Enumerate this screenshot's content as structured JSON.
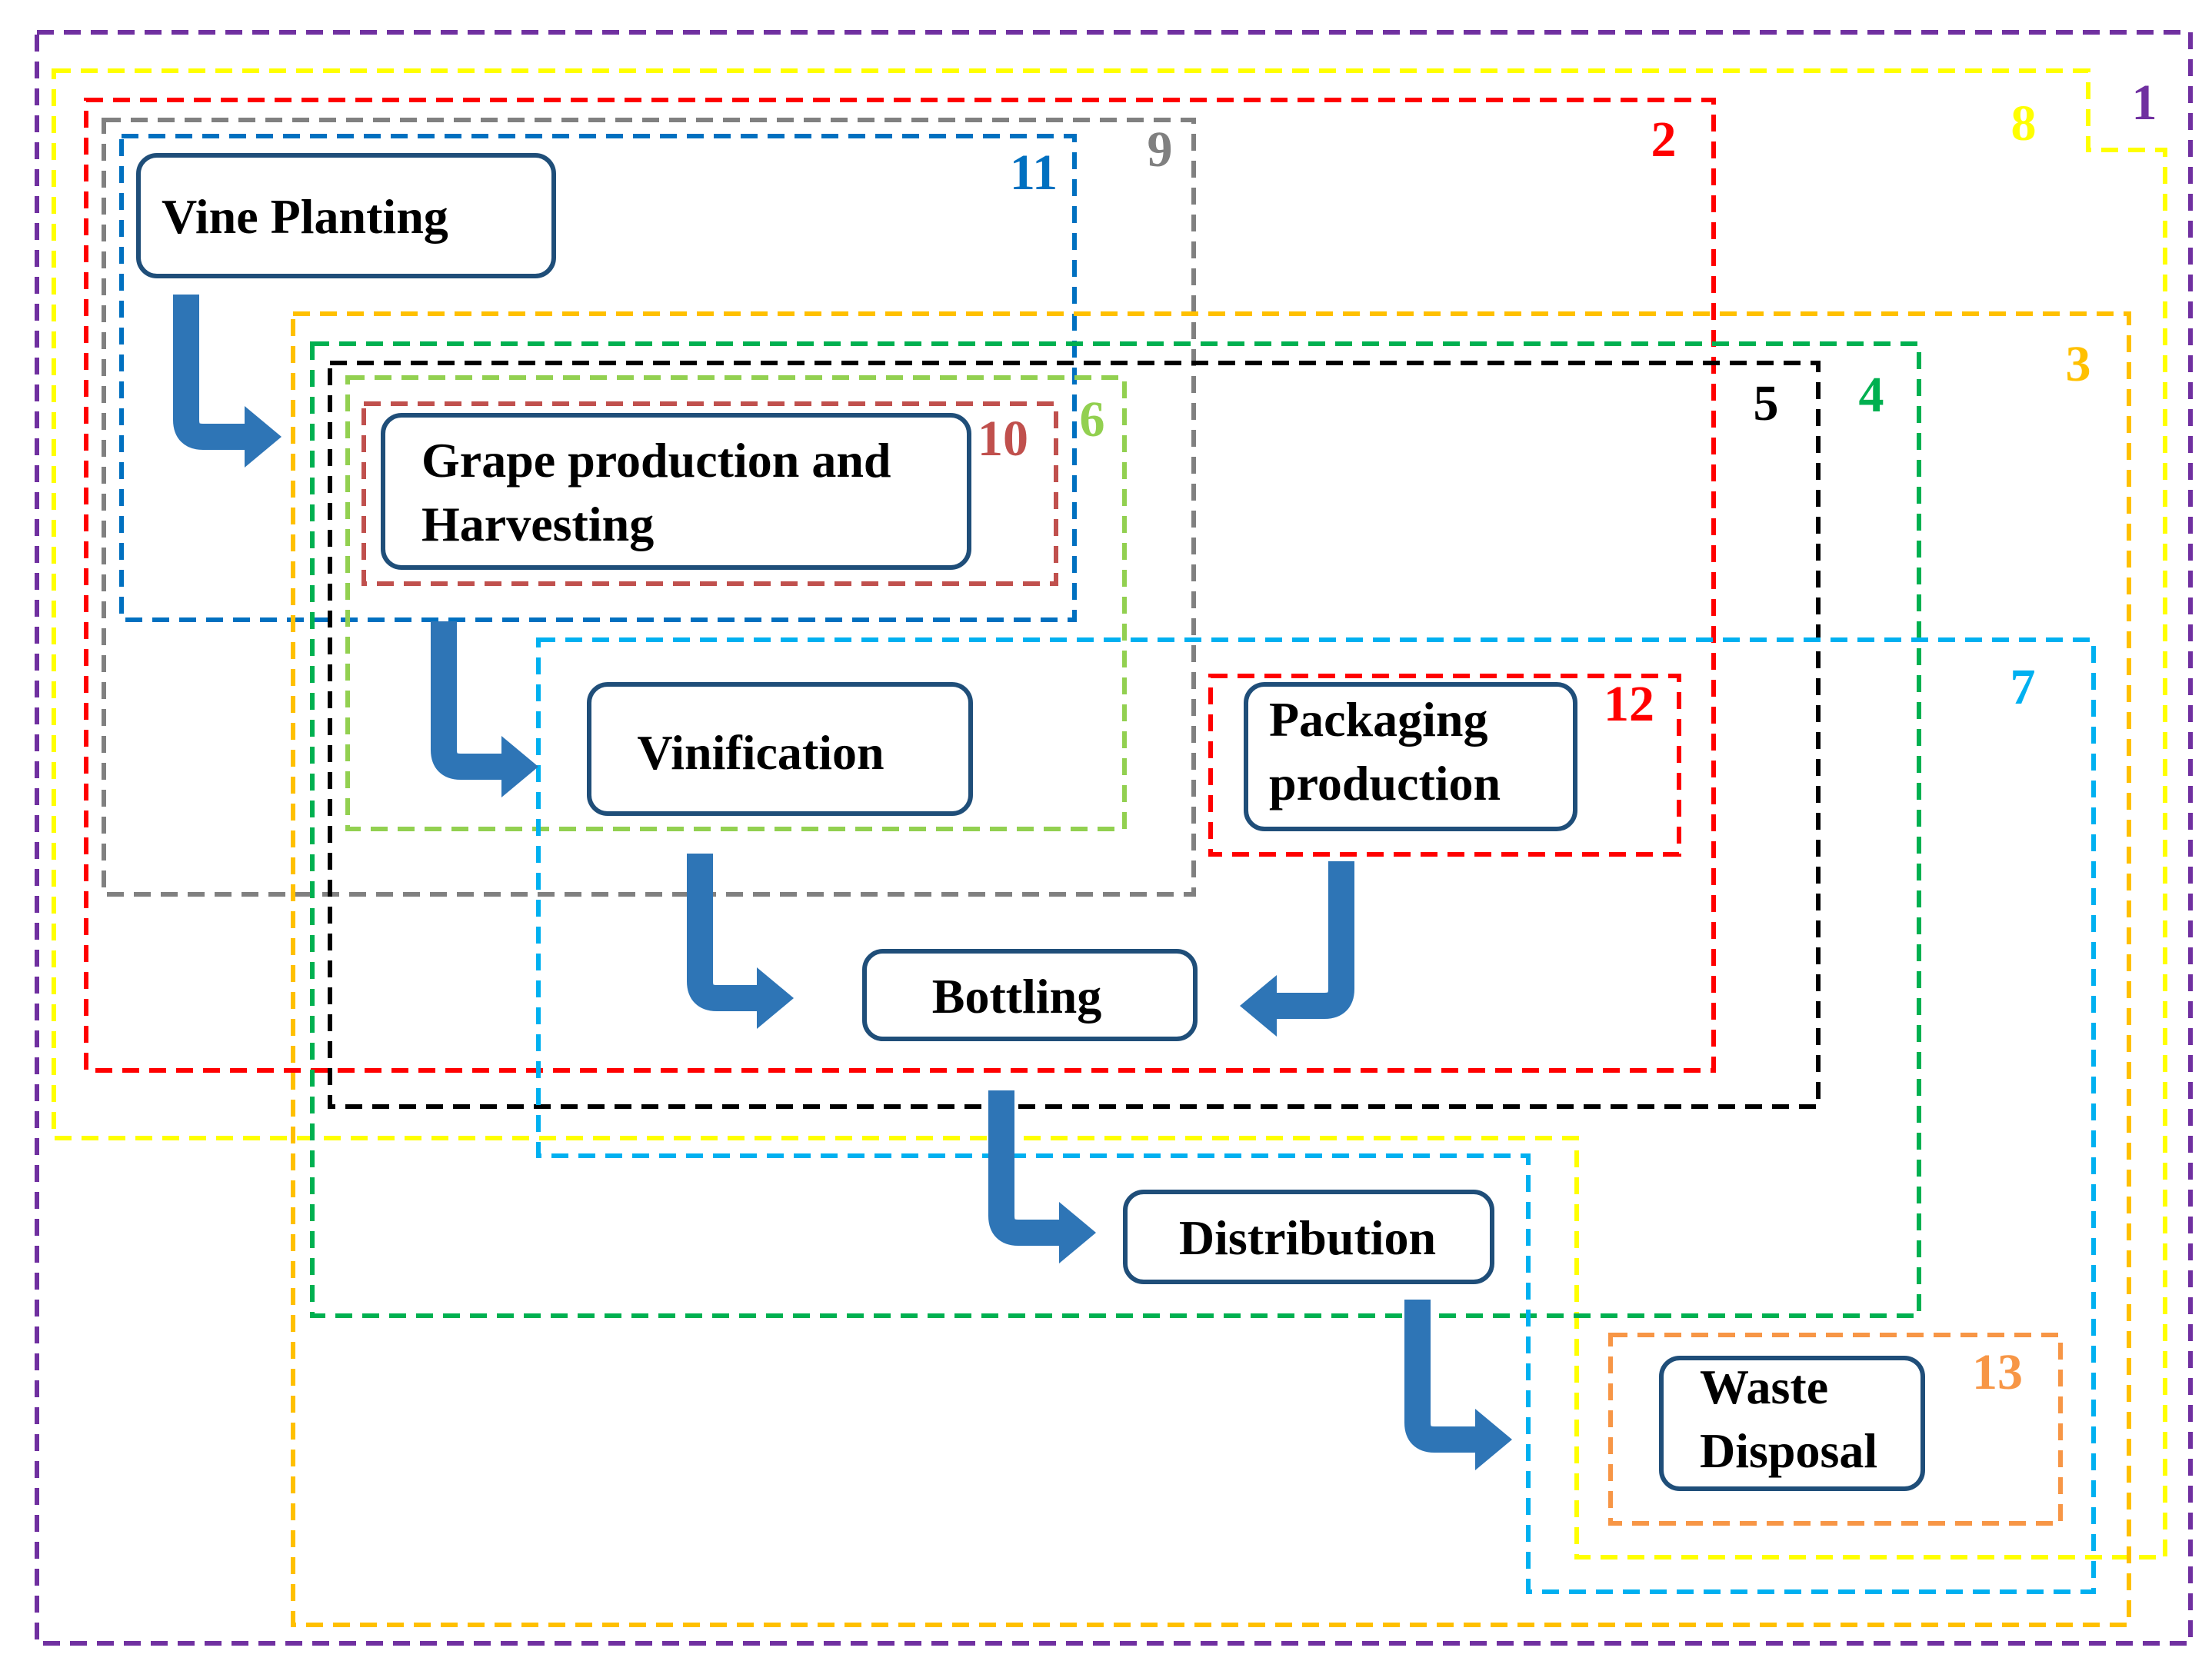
{
  "stages": [
    {
      "id": "vine",
      "lines": [
        "Vine Planting"
      ]
    },
    {
      "id": "grape",
      "lines": [
        "Grape production  and",
        "Harvesting"
      ]
    },
    {
      "id": "vinif",
      "lines": [
        "Vinification"
      ]
    },
    {
      "id": "pack",
      "lines": [
        "Packaging",
        "production"
      ]
    },
    {
      "id": "bottling",
      "lines": [
        "Bottling"
      ]
    },
    {
      "id": "distribution",
      "lines": [
        "Distribution"
      ]
    },
    {
      "id": "waste",
      "lines": [
        "Waste",
        "Disposal"
      ]
    }
  ],
  "boundaries": [
    {
      "label": "1",
      "color": "#7030A0"
    },
    {
      "label": "8",
      "color": "#FFFF00"
    },
    {
      "label": "2",
      "color": "#FF0000"
    },
    {
      "label": "9",
      "color": "#808080"
    },
    {
      "label": "11",
      "color": "#0070C0"
    },
    {
      "label": "3",
      "color": "#FFC000"
    },
    {
      "label": "4",
      "color": "#00B050"
    },
    {
      "label": "5",
      "color": "#000000"
    },
    {
      "label": "6",
      "color": "#92D050"
    },
    {
      "label": "10",
      "color": "#C0504D"
    },
    {
      "label": "7",
      "color": "#00B0F0"
    },
    {
      "label": "12",
      "color": "#FF0000"
    },
    {
      "label": "13",
      "color": "#F79646"
    }
  ],
  "arrow_color": "#2E75B6",
  "box_border_color": "#1F4E79"
}
